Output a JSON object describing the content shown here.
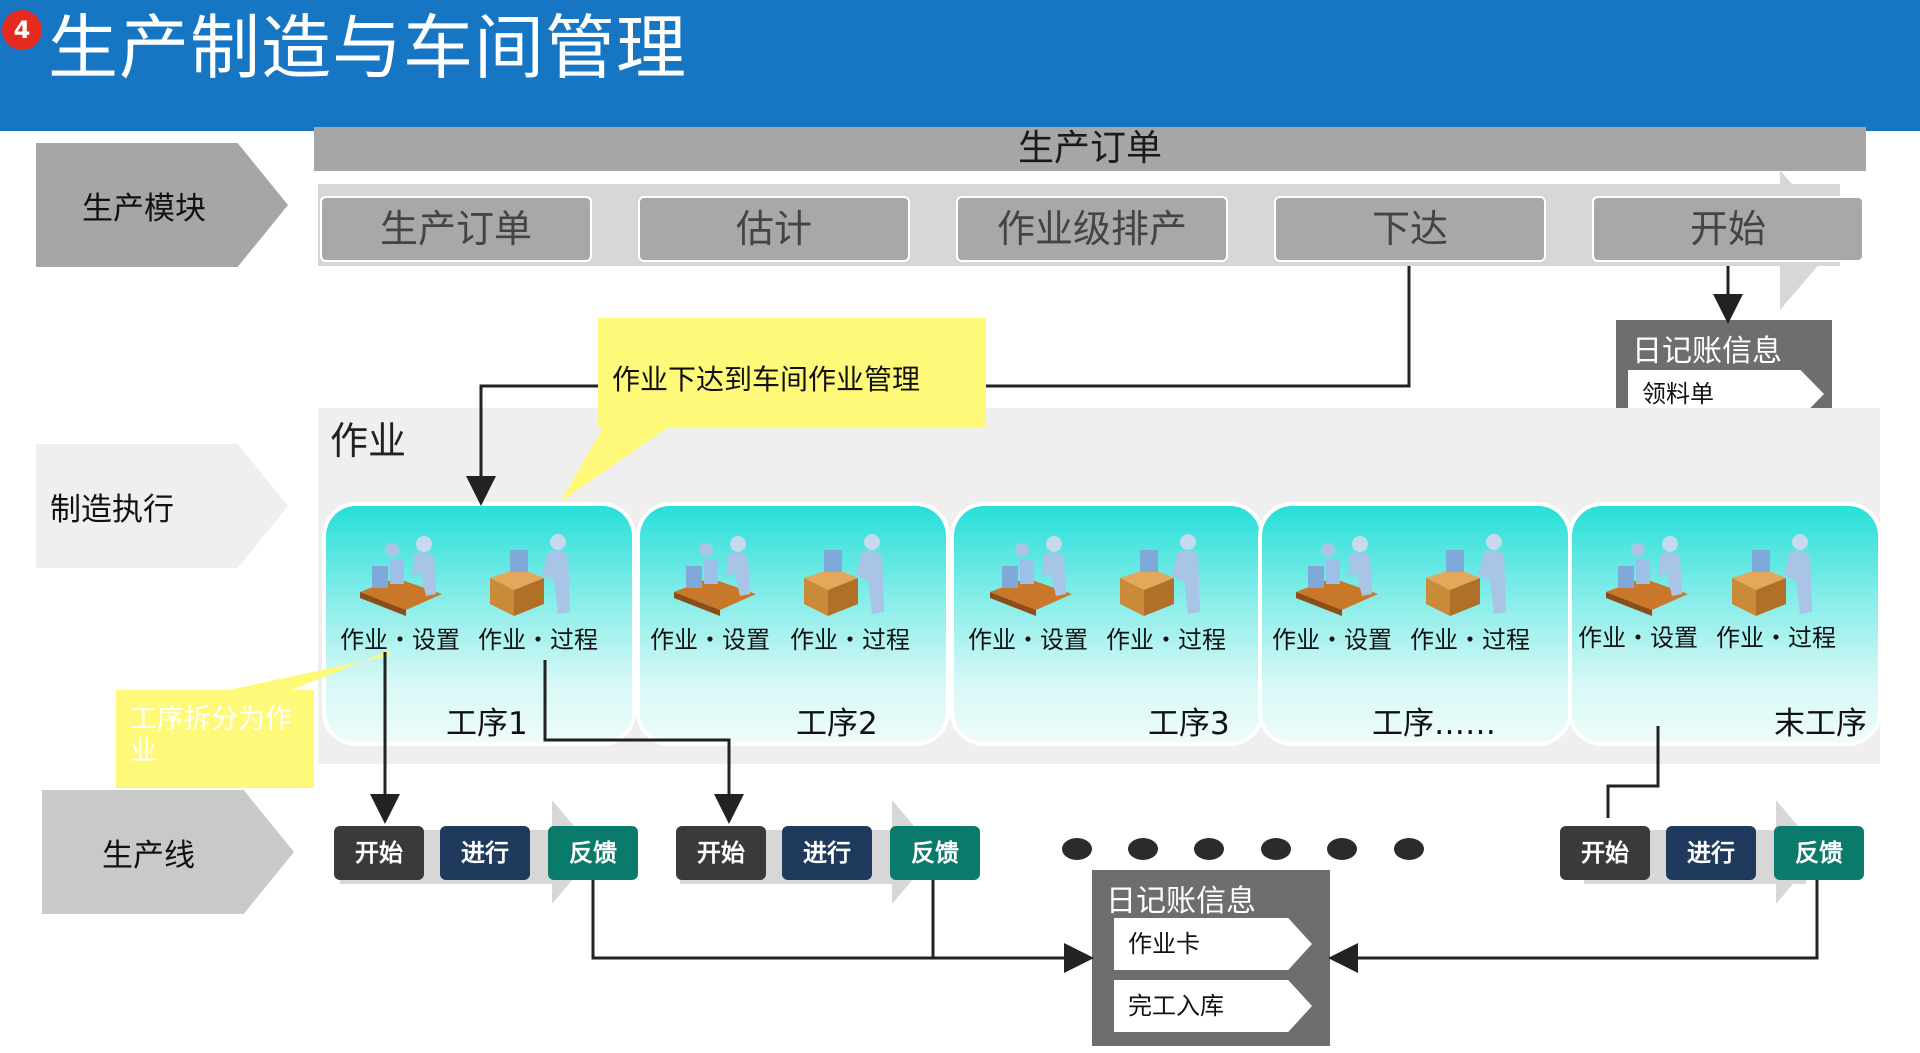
{
  "header": {
    "badge": "4",
    "title": "生产制造与车间管理"
  },
  "left_labels": {
    "module": "生产模块",
    "execution": "制造执行",
    "line": "生产线"
  },
  "order_banner": "生产订单",
  "stages": [
    "生产订单",
    "估计",
    "作业级排产",
    "下达",
    "开始"
  ],
  "journal_top": {
    "title": "日记账信息",
    "items": [
      "领料单"
    ]
  },
  "callout": "作业下达到车间作业管理",
  "zone_label": "作业",
  "operations": {
    "setup_label": "作业・设置",
    "process_label": "作业・过程",
    "processes": [
      "工序1",
      "工序2",
      "工序3",
      "工序……",
      "末工序"
    ]
  },
  "note_split": "工序拆分为作业",
  "line_buttons": [
    "开始",
    "进行",
    "反馈"
  ],
  "journal_bottom": {
    "title": "日记账信息",
    "items": [
      "作业卡",
      "完工入库"
    ]
  },
  "colors": {
    "header": "#1676c3",
    "badge": "#e52a20",
    "start_btn": "#3a3a3a",
    "progress_btn": "#1f3a5c",
    "feedback_btn": "#0a7a6a",
    "callout": "#fff97a",
    "card_top": "#27dfd9"
  },
  "icons": [
    "assembly-worker-icon",
    "packing-worker-icon"
  ]
}
